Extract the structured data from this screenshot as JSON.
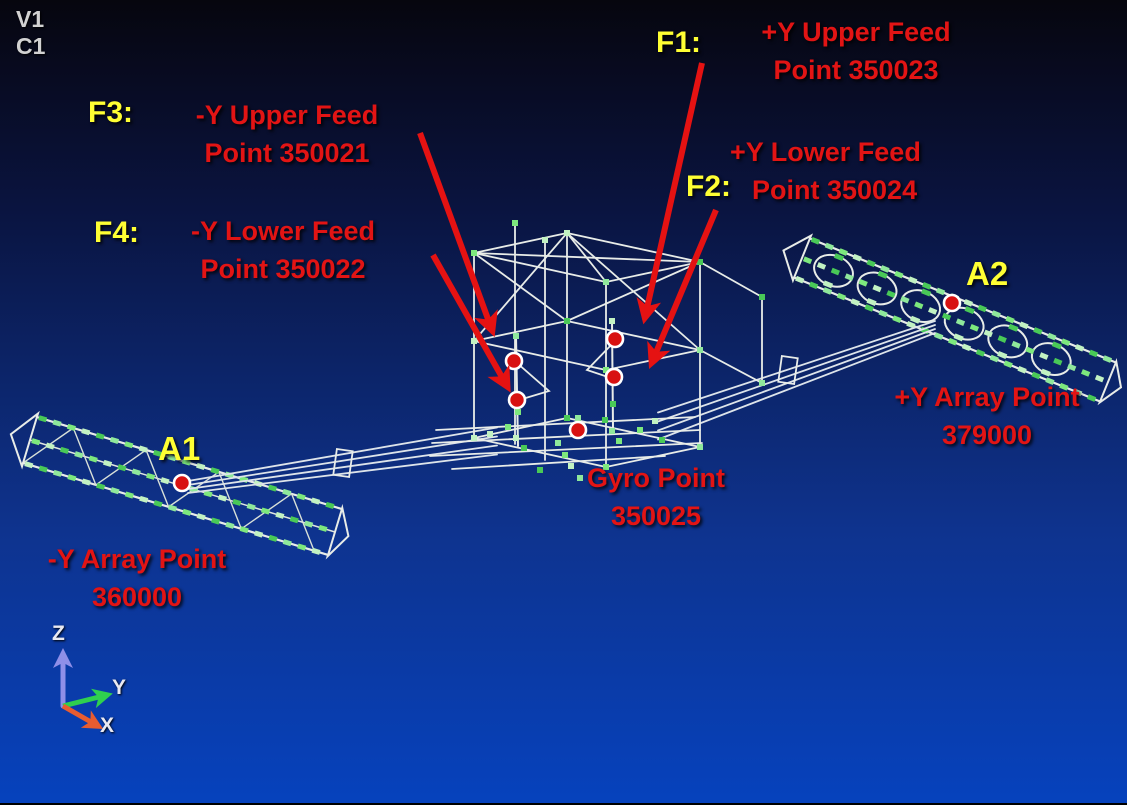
{
  "view_tags": {
    "line1": "V1",
    "line2": "C1"
  },
  "labels": {
    "f1": {
      "key": "F1:",
      "line1": "+Y Upper Feed",
      "line2": "Point 350023"
    },
    "f2": {
      "key": "F2:",
      "line1": "+Y Lower Feed",
      "line2": "Point 350024"
    },
    "f3": {
      "key": "F3:",
      "line1": "-Y Upper Feed",
      "line2": "Point 350021"
    },
    "f4": {
      "key": "F4:",
      "line1": "-Y Lower Feed",
      "line2": "Point 350022"
    },
    "gyro": {
      "line1": "Gyro Point",
      "line2": "350025"
    },
    "a1": {
      "key": "A1",
      "line1": "-Y Array Point",
      "line2": "360000"
    },
    "a2": {
      "key": "A2",
      "line1": "+Y Array Point",
      "line2": "379000"
    }
  },
  "triad": {
    "x": "X",
    "y": "Y",
    "z": "Z"
  },
  "colors": {
    "label_red": "#e21414",
    "label_yellow": "#ffff33",
    "arrow_red": "#e51212",
    "marker_dot_red": "#d81111",
    "model_line": "#e8ece8",
    "node_green": "#7de87d",
    "node_green_dark": "#49c957",
    "node_green_pale": "#c2f2c2",
    "axis_x": "#e85c30",
    "axis_y": "#2fd04f",
    "axis_z": "#8f8fe8",
    "bg_top": "#06060e",
    "bg_bottom": "#0642bd"
  }
}
